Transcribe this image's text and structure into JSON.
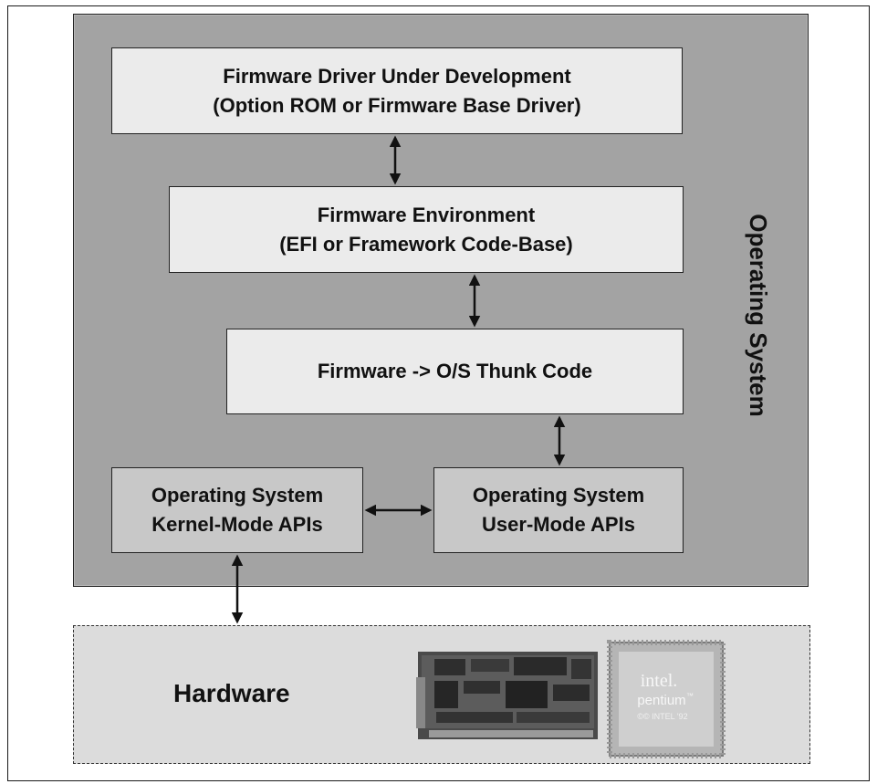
{
  "diagram": {
    "os_label": "Operating System",
    "boxes": {
      "firmware_driver": {
        "line1": "Firmware Driver Under Development",
        "line2": "(Option ROM or Firmware Base Driver)"
      },
      "firmware_env": {
        "line1": "Firmware Environment",
        "line2": "(EFI or Framework Code-Base)"
      },
      "thunk": {
        "line1": "Firmware -> O/S Thunk Code"
      },
      "kernel_apis": {
        "line1": "Operating System",
        "line2": "Kernel-Mode APIs"
      },
      "user_apis": {
        "line1": "Operating System",
        "line2": "User-Mode APIs"
      }
    },
    "hardware": {
      "label": "Hardware",
      "chip_text": {
        "brand": "intel.",
        "model": "pentium",
        "tm": "™",
        "copyright": "©© INTEL '92"
      }
    },
    "colors": {
      "os_fill": "#a3a3a3",
      "light_box": "#ebebeb",
      "mid_box": "#c8c8c8",
      "hardware_fill": "#dcdcdc"
    }
  }
}
